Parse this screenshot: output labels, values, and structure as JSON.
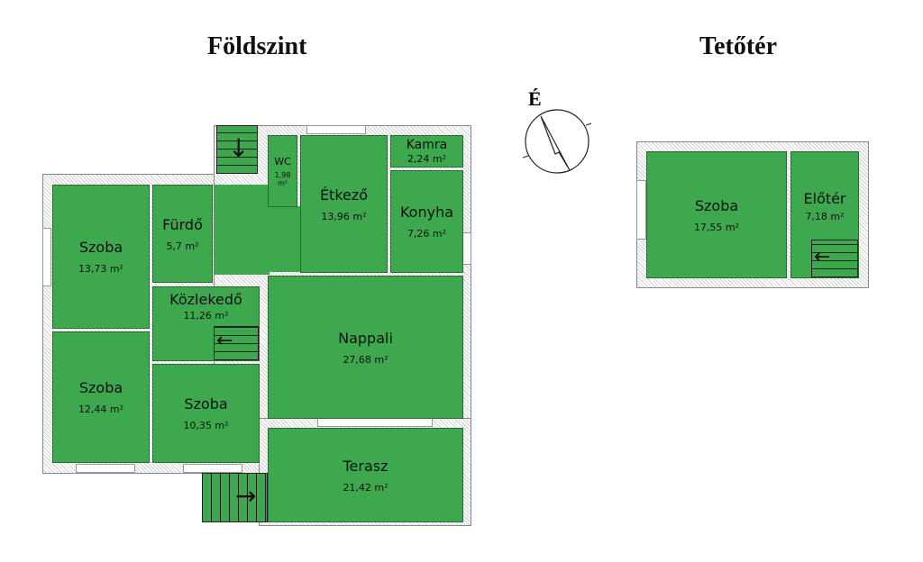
{
  "ground_floor": {
    "title": "Földszint",
    "rooms": [
      {
        "name": "Szoba",
        "area": "13,73 m²"
      },
      {
        "name": "Fürdő",
        "area": "5,7 m²"
      },
      {
        "name": "Közlekedő",
        "area": "11,26 m²"
      },
      {
        "name": "Szoba",
        "area": "12,44 m²"
      },
      {
        "name": "Szoba",
        "area": "10,35 m²"
      },
      {
        "name": "WC",
        "area": "1,98 m²"
      },
      {
        "name": "Étkező",
        "area": "13,96 m²"
      },
      {
        "name": "Kamra",
        "area": "2,24 m²"
      },
      {
        "name": "Konyha",
        "area": "7,26 m²"
      },
      {
        "name": "Nappali",
        "area": "27,68 m²"
      },
      {
        "name": "Terasz",
        "area": "21,42 m²"
      }
    ]
  },
  "attic": {
    "title": "Tetőtér",
    "rooms": [
      {
        "name": "Szoba",
        "area": "17,55 m²"
      },
      {
        "name": "Előtér",
        "area": "7,18 m²"
      }
    ]
  },
  "compass": {
    "label": "É"
  },
  "colors": {
    "room": "#3ea84f"
  }
}
